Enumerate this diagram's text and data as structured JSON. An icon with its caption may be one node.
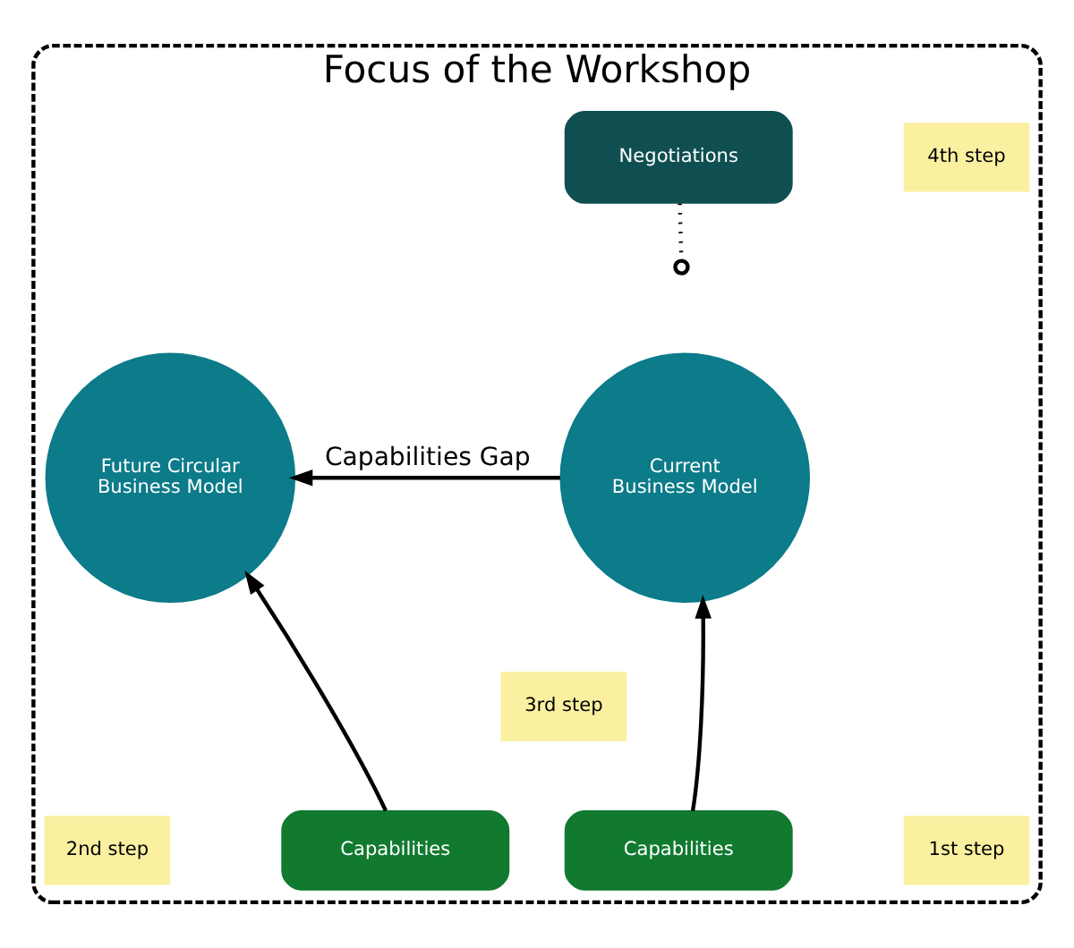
{
  "diagram": {
    "nodes": [
      {
        "text": [
          "Focus of the Workshop"
        ]
      },
      {
        "text": [
          "Negotiations"
        ],
        "in": 0
      },
      {
        "text": [
          "4th step"
        ],
        "in": 0
      },
      {
        "text": [
          "Current Business Model"
        ],
        "in": 0
      },
      {
        "text": [
          "3rd step"
        ],
        "in": 0
      },
      {
        "text": [
          "Future Circular Business Model"
        ],
        "in": 0
      },
      {
        "text": [
          "Capabilities"
        ],
        "in": 0
      },
      {
        "text": [
          "1st step"
        ],
        "in": 0
      },
      {
        "text": [
          "Capabilities"
        ],
        "in": 0
      },
      {
        "text": [
          "2nd step"
        ],
        "in": 0
      }
    ],
    "edges": [
      {
        "from": 1,
        "to": null,
        "arrow": "other",
        "style": "dashed"
      },
      {
        "from": 3,
        "to": 5,
        "arrow": "to",
        "label": "Capabilities Gap"
      },
      {
        "from": 6,
        "to": 3,
        "arrow": "to"
      },
      {
        "from": 8,
        "to": 5,
        "arrow": "to"
      }
    ]
  }
}
